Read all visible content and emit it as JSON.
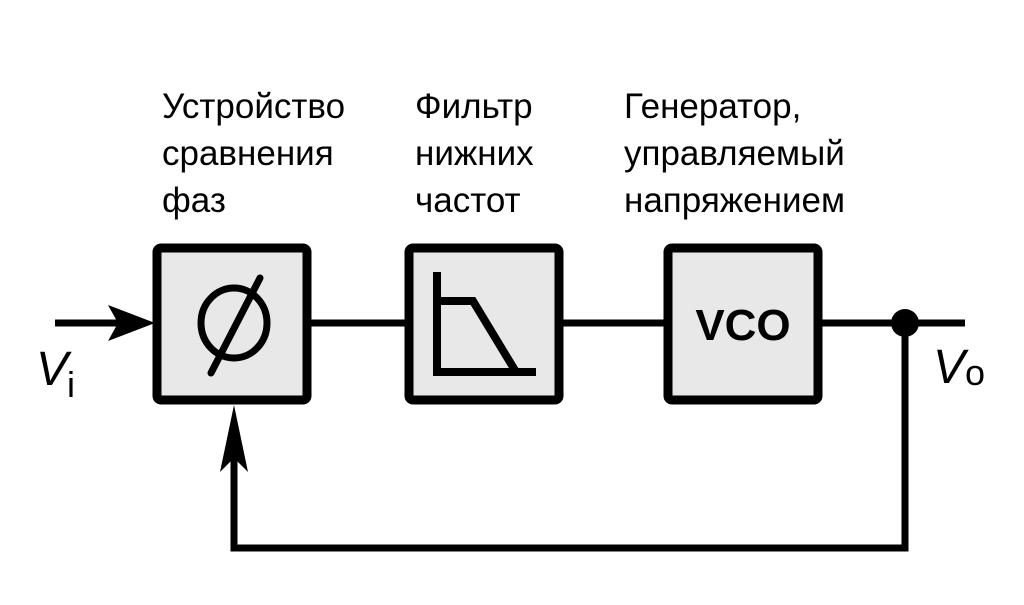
{
  "diagram": {
    "type": "block-diagram",
    "title": "Phase-locked loop",
    "colors": {
      "block_fill": "#e8e8e8",
      "stroke": "#000000",
      "background": "#ffffff"
    },
    "blocks": [
      {
        "id": "phase-comparator",
        "symbol": "phi-icon",
        "glyph": "",
        "label_lines": [
          "Устройство",
          "сравнения",
          "фаз"
        ]
      },
      {
        "id": "low-pass-filter",
        "symbol": "lowpass-response-icon",
        "glyph": "",
        "label_lines": [
          "Фильтр",
          "нижних",
          "частот"
        ]
      },
      {
        "id": "vco",
        "symbol": "text",
        "glyph": "VCO",
        "label_lines": [
          "Генератор,",
          "управляемый",
          "напряжением"
        ]
      }
    ],
    "input": {
      "symbol": "V",
      "subscript": "i"
    },
    "output": {
      "symbol": "V",
      "subscript": "o"
    },
    "connections": [
      {
        "from": "input",
        "to": "phase-comparator"
      },
      {
        "from": "phase-comparator",
        "to": "low-pass-filter"
      },
      {
        "from": "low-pass-filter",
        "to": "vco"
      },
      {
        "from": "vco",
        "to": "output"
      },
      {
        "from": "output-node",
        "to": "phase-comparator",
        "type": "feedback"
      }
    ]
  }
}
